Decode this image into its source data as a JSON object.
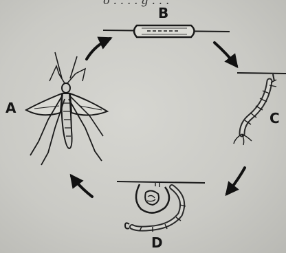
{
  "diagram": {
    "top_text_fragment": "o . . . . g . . .",
    "stages": [
      {
        "label": "A",
        "depicts": "adult"
      },
      {
        "label": "B",
        "depicts": "egg"
      },
      {
        "label": "C",
        "depicts": "larva"
      },
      {
        "label": "D",
        "depicts": "pupa"
      }
    ]
  },
  "colors": {
    "background": "#cacac5",
    "ink": "#1a1a1a"
  }
}
